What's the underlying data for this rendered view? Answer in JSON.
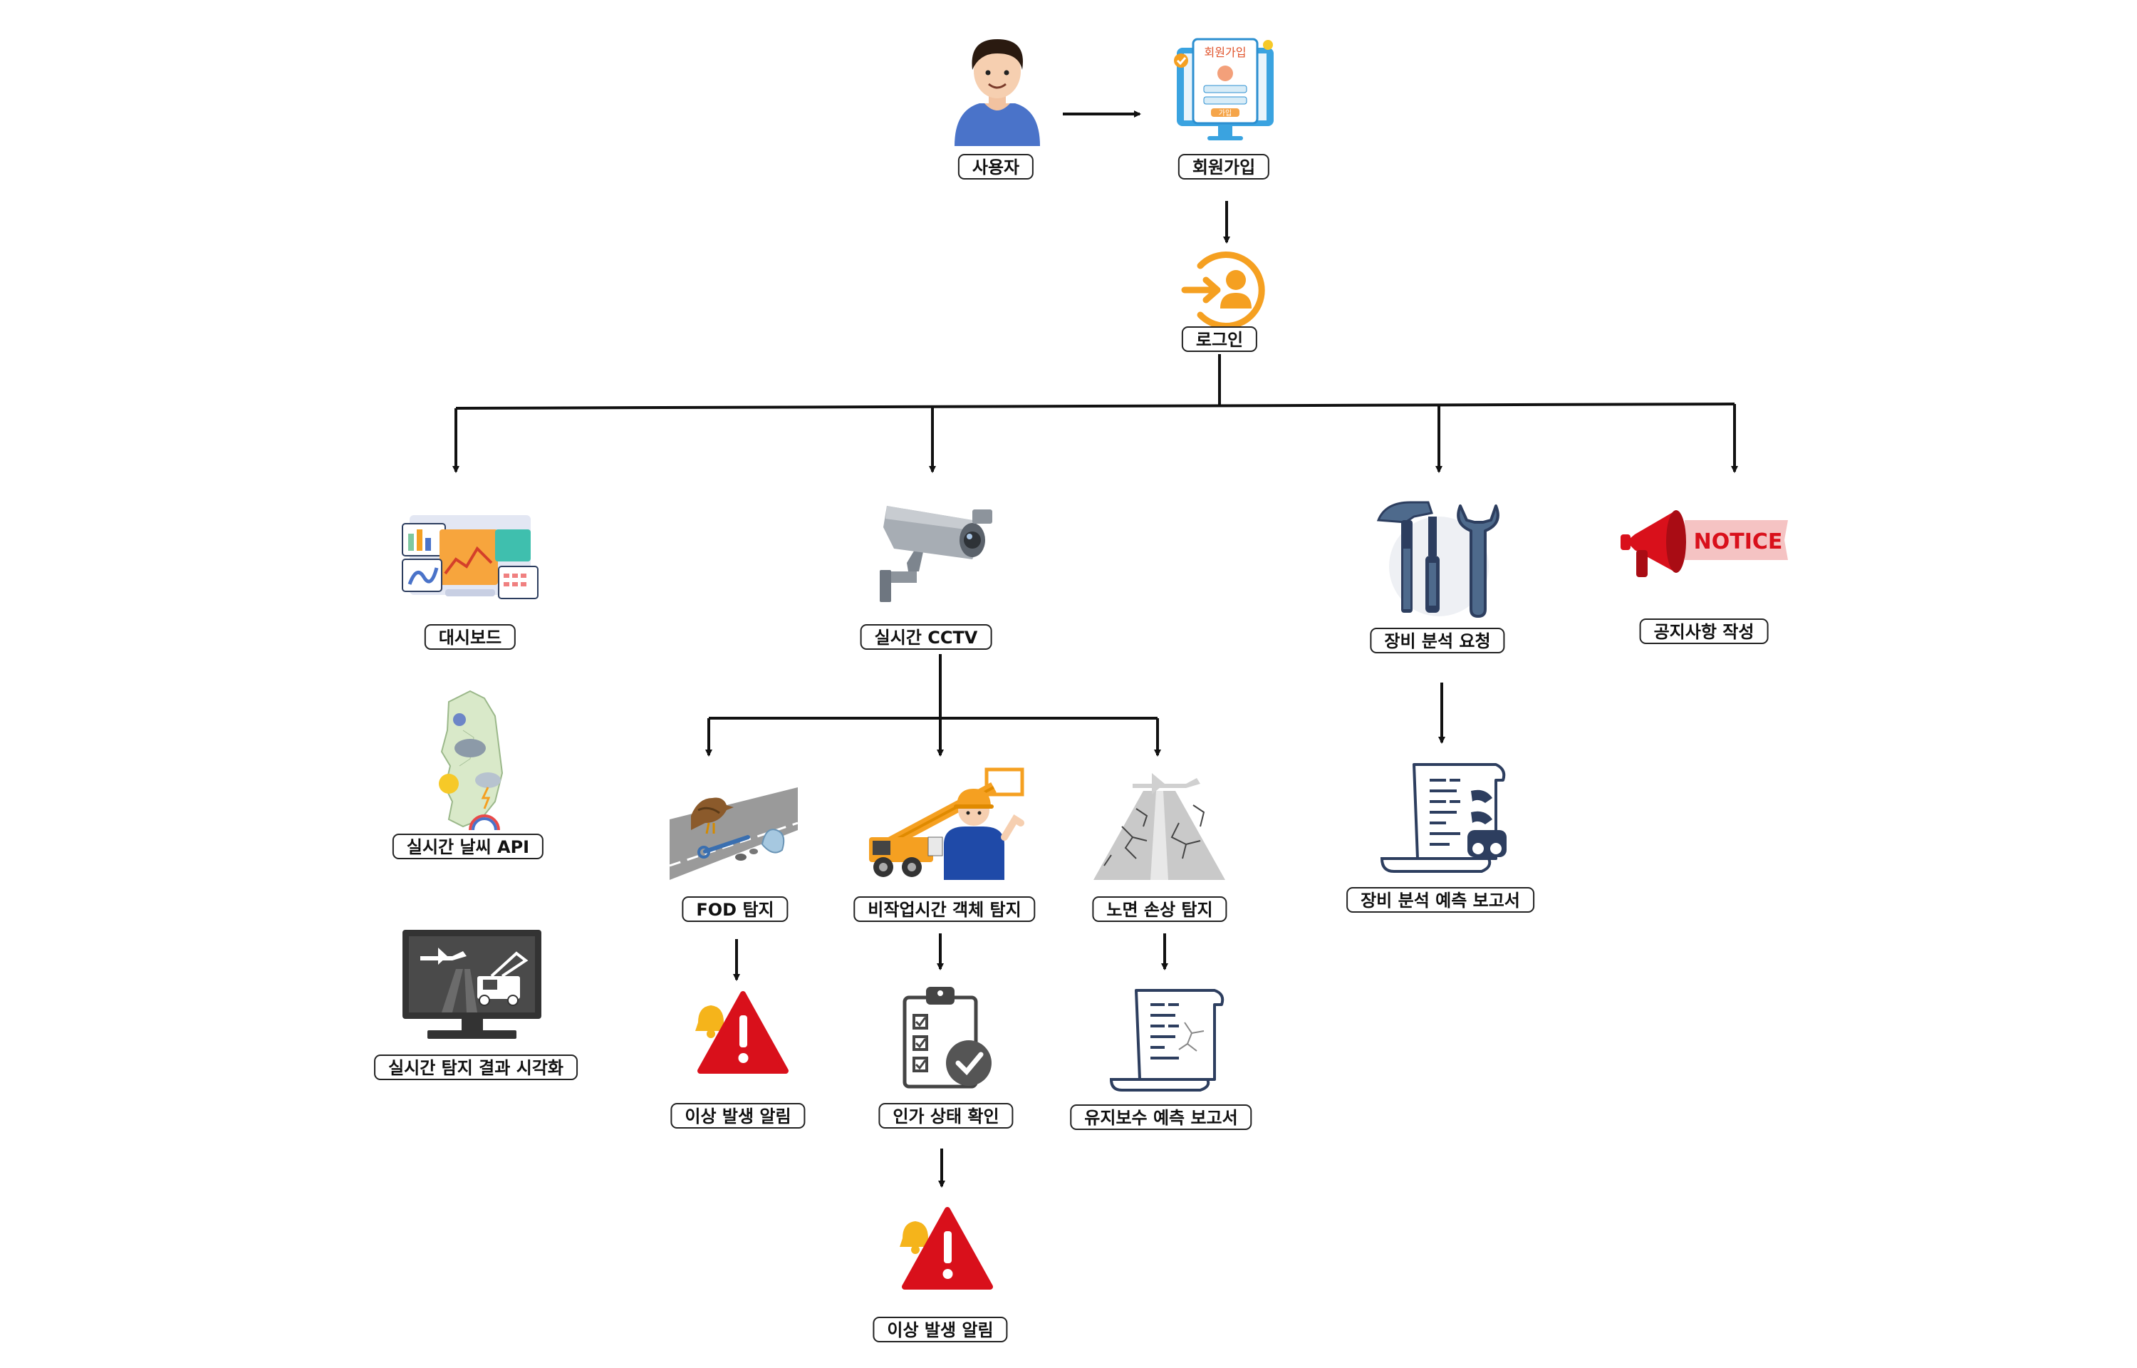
{
  "labels": {
    "user": "사용자",
    "signup": "회원가입",
    "login": "로그인",
    "dashboard": "대시보드",
    "weather": "실시간 날씨 API",
    "visual": "실시간 탐지 결과 시각화",
    "cctv": "실시간 CCTV",
    "fod": "FOD 탐지",
    "nonwork": "비작업시간 객체 탐지",
    "pavement": "노면 손상 탐지",
    "alert1": "이상 발생 알림",
    "human": "인가 상태 확인",
    "alert2": "이상 발생 알림",
    "maint_report": "유지보수 예측 보고서",
    "equip_req": "장비 분석 요청",
    "equip_report": "장비 분석 예측 보고서",
    "notice": "공지사항 작성"
  },
  "icon_text": {
    "signup_screen": "회원가입",
    "signup_btn": "가입",
    "notice_banner": "NOTICE"
  },
  "colors": {
    "stroke": "#111111",
    "orange": "#f5a021",
    "red": "#d9101b",
    "navy": "#2d3e5f",
    "blue": "#4a73c9"
  }
}
